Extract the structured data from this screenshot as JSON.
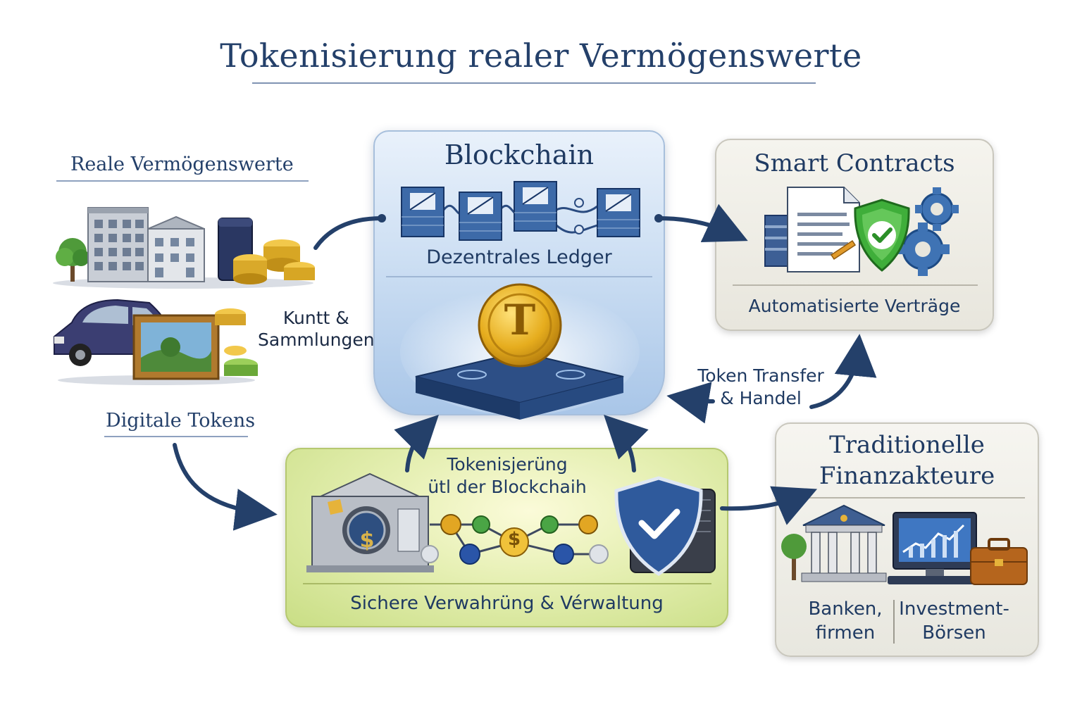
{
  "title": "Tokenisierung realer Vermögenswerte",
  "left": {
    "real_assets_label": "Reale Vermögenswerte",
    "art_label_line1": "Kuntt &",
    "art_label_line2": "Sammlungen",
    "digital_tokens_label": "Digitale Tokens"
  },
  "blockchain": {
    "title": "Blockchain",
    "subtitle": "Dezentrales Ledger",
    "coin_letter": "T"
  },
  "smart_contracts": {
    "title": "Smart Contracts",
    "subtitle": "Automatisierte Verträge"
  },
  "transfer": {
    "line1": "Token Transfer",
    "line2": "& Handel"
  },
  "tokenization": {
    "line1": "Tokenisjerüng",
    "line2": "ütl der Blockchaih",
    "footer": "Sichere Verwahrüng & Vérwaltung",
    "coin_symbol": "$"
  },
  "traditional": {
    "title_line1": "Traditionelle",
    "title_line2": "Finanzakteure",
    "col1_line1": "Banken,",
    "col1_line2": "firmen",
    "col2_line1": "Investment-",
    "col2_line2": "Börsen"
  },
  "colors": {
    "navy": "#1f3a62",
    "arrow": "#24406a",
    "gold": "#e0a81e",
    "green_panel": "#d8e89a",
    "shield_green": "#3fae3a"
  }
}
